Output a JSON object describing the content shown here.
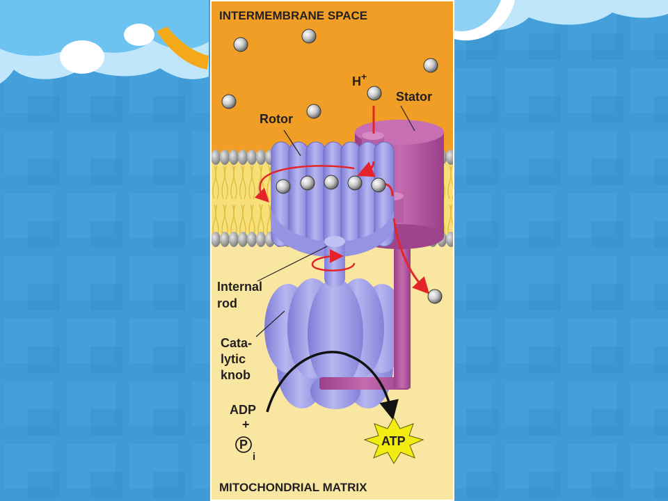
{
  "slide": {
    "background_color": "#3f9ad6",
    "decoration": "sky-cloud-sun-decoration"
  },
  "figure": {
    "colors": {
      "intermembrane_space": "#f09e25",
      "matrix": "#f9e7a1",
      "rotor": "#9c9be8",
      "stator": "#b0529c",
      "proton_path": "#e3242b",
      "atp_burst": "#f2ec13"
    },
    "labels": {
      "top_region": "INTERMEMBRANE SPACE",
      "bottom_region": "MITOCHONDRIAL MATRIX",
      "proton": "H",
      "proton_charge": "+",
      "stator": "Stator",
      "rotor": "Rotor",
      "internal_rod_line1": "Internal",
      "internal_rod_line2": "rod",
      "catalytic_knob_line1": "Cata-",
      "catalytic_knob_line2": "lytic",
      "catalytic_knob_line3": "knob",
      "adp": "ADP",
      "plus": "+",
      "phosphate": "P",
      "phosphate_subscript": "i",
      "atp": "ATP"
    }
  }
}
